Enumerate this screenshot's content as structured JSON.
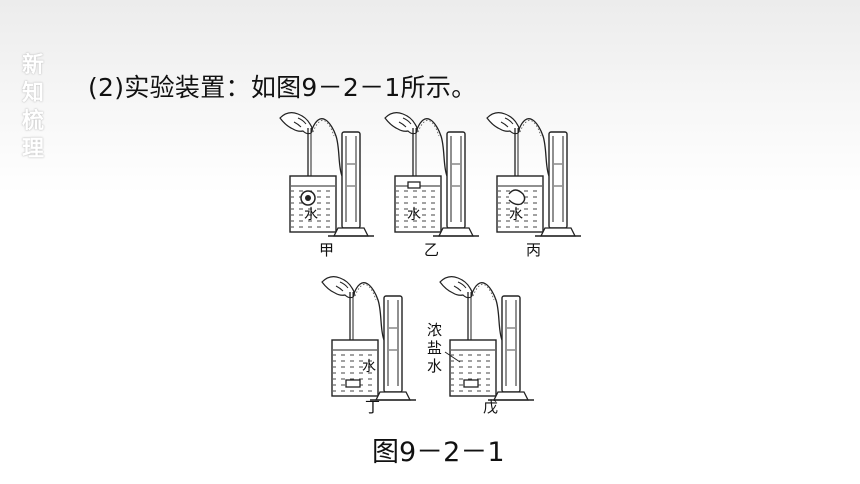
{
  "side_label": {
    "chars": [
      "新",
      "知",
      "梳",
      "理"
    ]
  },
  "heading": "(2)实验装置：如图9－2－1所示。",
  "caption": "图9－2－1",
  "apparatus": [
    {
      "label": "甲",
      "water_label": "水"
    },
    {
      "label": "乙",
      "water_label": "水"
    },
    {
      "label": "丙",
      "water_label": "水"
    },
    {
      "label": "丁",
      "water_label": "水"
    },
    {
      "label": "戊",
      "side_note": [
        "浓",
        "盐",
        "水"
      ]
    }
  ]
}
